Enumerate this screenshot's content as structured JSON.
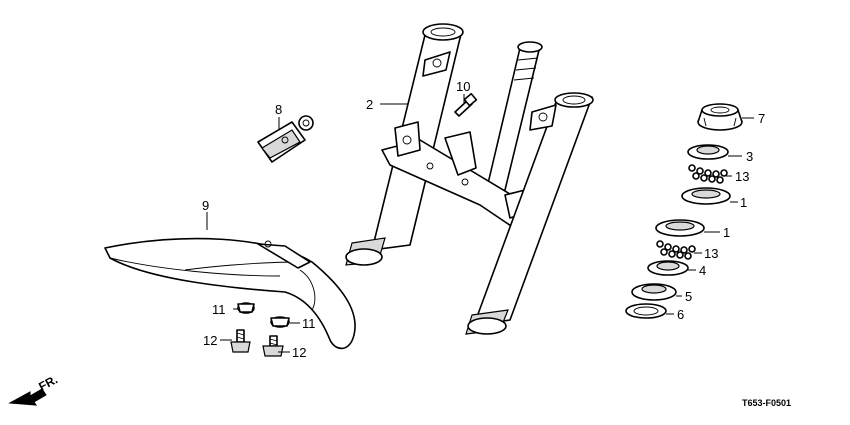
{
  "diagram": {
    "code": "T653-F0501",
    "direction": "FR.",
    "callouts": [
      {
        "id": "c2",
        "text": "2"
      },
      {
        "id": "c10",
        "text": "10"
      },
      {
        "id": "c8",
        "text": "8"
      },
      {
        "id": "c9",
        "text": "9"
      },
      {
        "id": "c11a",
        "text": "11"
      },
      {
        "id": "c11b",
        "text": "11"
      },
      {
        "id": "c12a",
        "text": "12"
      },
      {
        "id": "c12b",
        "text": "12"
      },
      {
        "id": "c7",
        "text": "7"
      },
      {
        "id": "c3",
        "text": "3"
      },
      {
        "id": "c13a",
        "text": "13"
      },
      {
        "id": "c1a",
        "text": "1"
      },
      {
        "id": "c1b",
        "text": "1"
      },
      {
        "id": "c13b",
        "text": "13"
      },
      {
        "id": "c4",
        "text": "4"
      },
      {
        "id": "c5",
        "text": "5"
      },
      {
        "id": "c6",
        "text": "6"
      }
    ]
  }
}
